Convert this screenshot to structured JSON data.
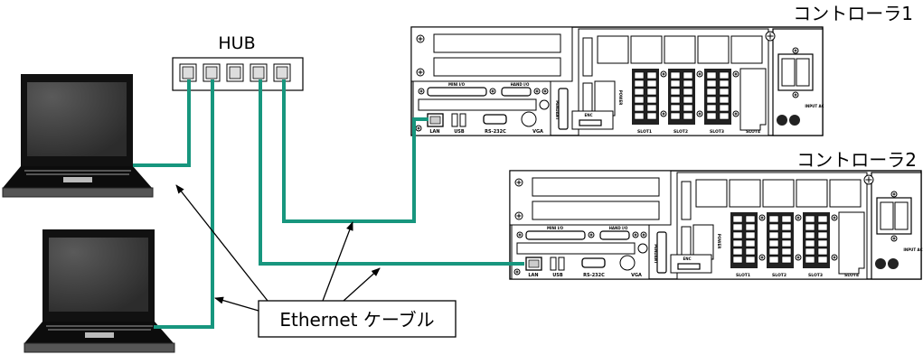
{
  "diagram": {
    "hub": {
      "label": "HUB",
      "port_count": 5
    },
    "controllers": [
      {
        "title": "コントローラ1",
        "ports": {
          "lan": "LAN",
          "usb": "USB",
          "rs232c": "RS-232C",
          "vga": "VGA"
        },
        "connectors": {
          "mini_io": "MINI I/O",
          "hand_io": "HAND I/O",
          "pendant": "PENDANT",
          "enc": "ENC",
          "power": "POWER"
        },
        "slots": [
          "SLOT1",
          "SLOT2",
          "SLOT3",
          "SLOT4"
        ],
        "input": "INPUT AC"
      },
      {
        "title": "コントローラ2",
        "ports": {
          "lan": "LAN",
          "usb": "USB",
          "rs232c": "RS-232C",
          "vga": "VGA"
        },
        "connectors": {
          "mini_io": "MINI I/O",
          "hand_io": "HAND I/O",
          "pendant": "PENDANT",
          "enc": "ENC",
          "power": "POWER"
        },
        "slots": [
          "SLOT1",
          "SLOT2",
          "SLOT3",
          "SLOT4"
        ],
        "input": "INPUT AC"
      }
    ],
    "callout": {
      "label": "Ethernet ケーブル"
    },
    "colors": {
      "cable": "#17967e",
      "line": "#000000",
      "laptop": "#111111",
      "screen": "#3a3a3a"
    }
  }
}
